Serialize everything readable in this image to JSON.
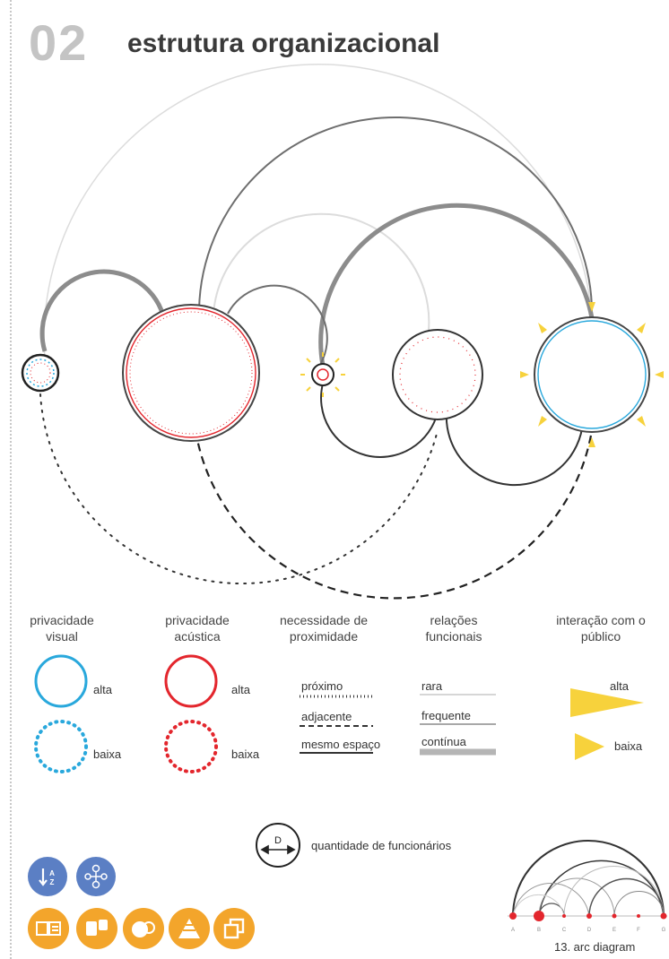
{
  "header": {
    "number": "02",
    "title": "estrutura organizacional"
  },
  "legend": {
    "visual": {
      "heading_1": "privacidade",
      "heading_2": "visual",
      "high": "alta",
      "low": "baixa",
      "color": "#29a8dc"
    },
    "acoustic": {
      "heading_1": "privacidade",
      "heading_2": "acústica",
      "high": "alta",
      "low": "baixa",
      "color": "#e3262d"
    },
    "proximity": {
      "heading_1": "necessidade de",
      "heading_2": "proximidade",
      "items": [
        "próximo",
        "adjacente",
        "mesmo espaço"
      ]
    },
    "functional": {
      "heading_1": "relações",
      "heading_2": "funcionais",
      "items": [
        "rara",
        "frequente",
        "contínua"
      ]
    },
    "public": {
      "heading_1": "interação com o",
      "heading_2": "público",
      "high": "alta",
      "low": "baixa",
      "color": "#f7d23c"
    }
  },
  "employees": {
    "symbol": "D",
    "label": "quantidade de funcionários"
  },
  "icons": {
    "row1": [
      "sort-az-icon",
      "network-icon"
    ],
    "row2": [
      "panels-icon",
      "blocks-icon",
      "circles-icon",
      "pyramid-icon",
      "squares-icon"
    ]
  },
  "thumbnail": {
    "ticks": [
      "A",
      "B",
      "C",
      "D",
      "E",
      "F",
      "G"
    ]
  },
  "caption": "13. arc diagram"
}
